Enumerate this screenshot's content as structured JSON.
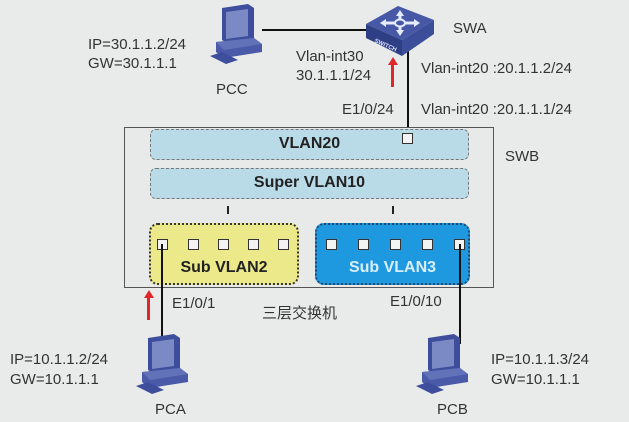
{
  "devices": {
    "pcc": {
      "name": "PCC",
      "ip": "IP=30.1.1.2/24",
      "gw": "GW=30.1.1.1"
    },
    "pca": {
      "name": "PCA",
      "ip": "IP=10.1.1.2/24",
      "gw": "GW=10.1.1.1"
    },
    "pcb": {
      "name": "PCB",
      "ip": "IP=10.1.1.3/24",
      "gw": "GW=10.1.1.1"
    },
    "swa": {
      "name": "SWA",
      "switch_text": "SWITCH",
      "vlanint30_label": "Vlan-int30",
      "vlanint30_ip": "30.1.1.1/24",
      "vlanint20": "Vlan-int20 :20.1.1.2/24"
    },
    "swb": {
      "name": "SWB",
      "uplink_port": "E1/0/24",
      "vlanint20": "Vlan-int20 :20.1.1.1/24",
      "caption": "三层交换机",
      "vlan20": "VLAN20",
      "super_vlan": "Super VLAN10",
      "sub_vlan2": "Sub VLAN2",
      "sub_vlan3": "Sub VLAN3",
      "port_pca": "E1/0/1",
      "port_pcb": "E1/0/10"
    }
  },
  "colors": {
    "pc_blue": "#4a5aa8",
    "switch_blue": "#3c4d9a",
    "vlan_bar": "#b9dbe8",
    "sub_vlan2": "#ece98a",
    "sub_vlan3": "#1e99e0",
    "arrow_red": "#e0262a"
  }
}
